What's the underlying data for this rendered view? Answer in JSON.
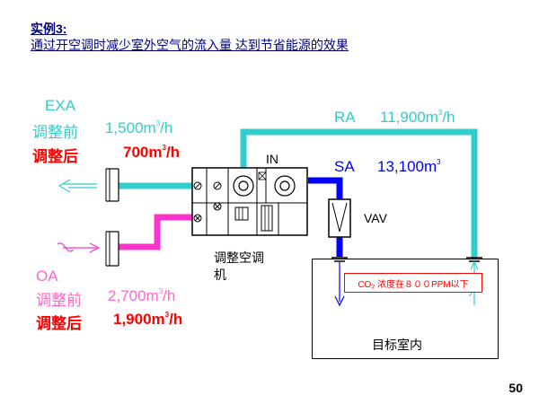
{
  "title": {
    "line1": "实例3:",
    "line2": "通过开空调时减少室外空气的流入量 达到节省能源的效果"
  },
  "exa": {
    "label": "EXA",
    "before_label": "调整前",
    "before_value": "1,500",
    "after_label": "调整后",
    "after_value": "700",
    "unit": "m",
    "unit_sup": "3",
    "unit_tail": "/h"
  },
  "oa": {
    "label": "OA",
    "before_label": "调整前",
    "before_value": "2,700",
    "after_label": "调整后",
    "after_value": "1,900",
    "unit": "m",
    "unit_sup": "3",
    "unit_tail": "/h"
  },
  "ra": {
    "label": "RA",
    "value": "11,900",
    "unit": "m",
    "unit_sup": "3",
    "unit_tail": "/h"
  },
  "sa": {
    "label": "SA",
    "value": "13,100",
    "unit": "m",
    "unit_sup": "3"
  },
  "labels": {
    "in": "IN",
    "vav": "VAV",
    "ahu_line1": "调整空调",
    "ahu_line2": "机",
    "room": "目标室内",
    "co2_note": "CO₂ 浓度在８００PPM以下"
  },
  "page_number": "50",
  "colors": {
    "cyan": "#33cccc",
    "pink": "#ff66cc",
    "red": "#ff0000",
    "blue": "#0000ff",
    "title": "#000080"
  }
}
